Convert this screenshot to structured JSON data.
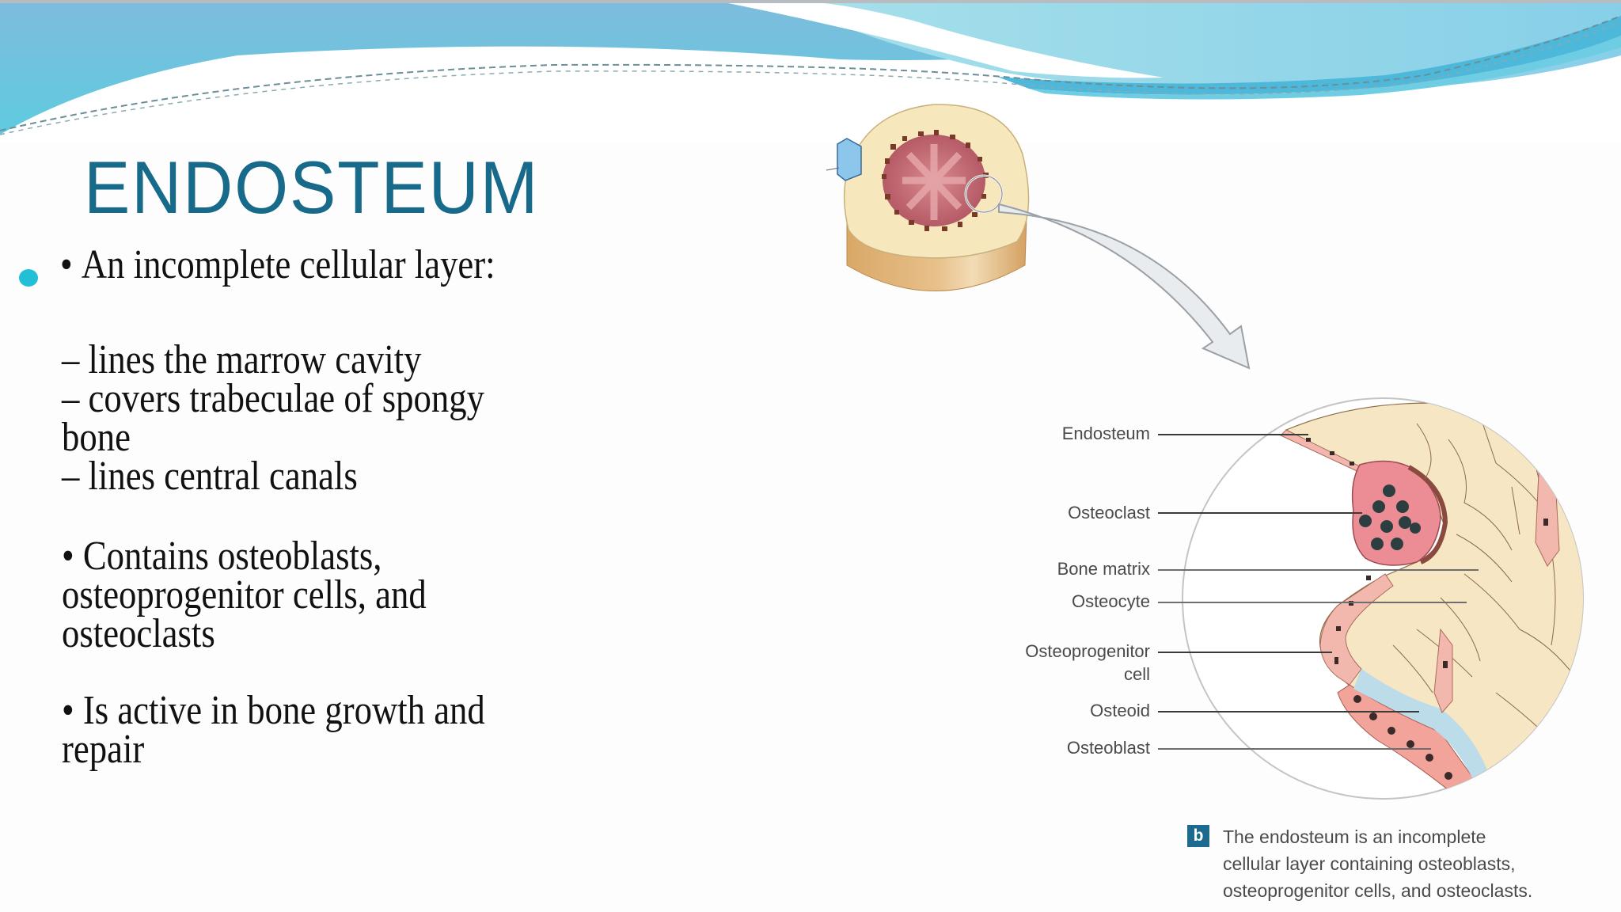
{
  "slide": {
    "title": "ENDOSTEUM",
    "colors": {
      "title": "#176a8a",
      "accent_bullet": "#22c0d6",
      "wave_top": "#7fbedb",
      "wave_left": "#5ecbdf",
      "caption_badge": "#1d6a90"
    },
    "bullets": [
      {
        "marker": "•",
        "lines": [
          "An incomplete cellular layer:"
        ]
      },
      {
        "marker": "",
        "lines": [
          "– lines the marrow cavity",
          "– covers trabeculae of spongy",
          "bone",
          "– lines central canals"
        ]
      },
      {
        "marker": "•",
        "lines": [
          "Contains osteoblasts,",
          "osteoprogenitor cells, and",
          "osteoclasts"
        ]
      },
      {
        "marker": "•",
        "lines": [
          "Is active in bone growth and",
          "repair"
        ]
      }
    ]
  },
  "figure": {
    "labels": [
      {
        "text": "Endosteum"
      },
      {
        "text": "Osteoclast"
      },
      {
        "text": "Bone matrix"
      },
      {
        "text": "Osteocyte"
      },
      {
        "text": "Osteoprogenitor",
        "text2": "cell"
      },
      {
        "text": "Osteoid"
      },
      {
        "text": "Osteoblast"
      }
    ],
    "caption": {
      "badge": "b",
      "lines": [
        "The endosteum is an incomplete",
        "cellular layer containing osteoblasts,",
        "osteoprogenitor cells, and osteoclasts."
      ]
    }
  }
}
